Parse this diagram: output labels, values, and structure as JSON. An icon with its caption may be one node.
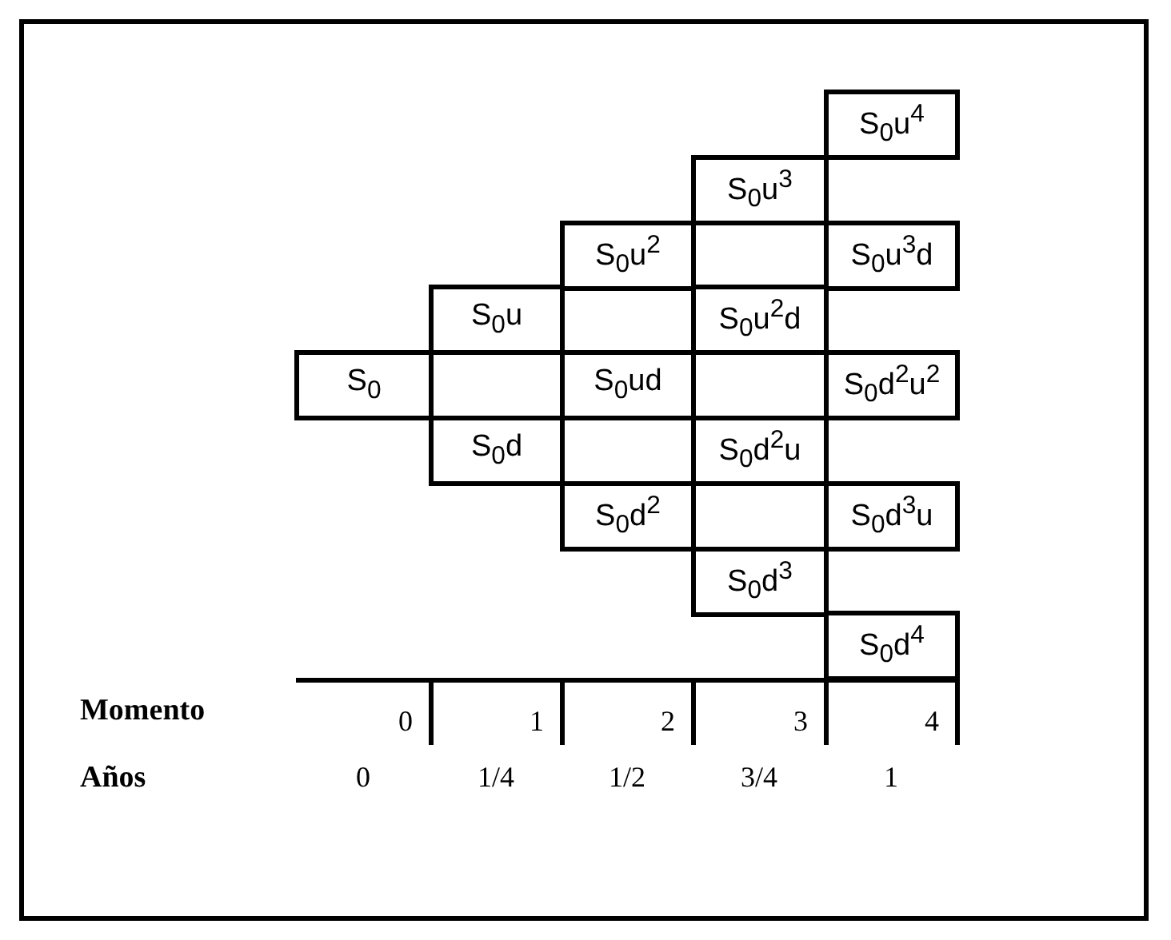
{
  "diagram": {
    "nodes": [
      {
        "text": [
          "S$_{0}$u$^{4}$"
        ]
      },
      {
        "text": [
          "S$_{0}$u$^{3}$"
        ]
      },
      {
        "text": [
          "S$_{0}$u$^{2}$"
        ]
      },
      {
        "text": [
          "S$_{0}$u$^{3}$d"
        ]
      },
      {
        "text": [
          "S$_{0}$u"
        ]
      },
      {
        "text": [
          "S$_{0}$u$^{2}$d"
        ]
      },
      {
        "text": [
          "S$_{0}$"
        ]
      },
      {
        "text": [
          "S$_{0}$ud"
        ]
      },
      {
        "text": [
          "S$_{0}$d$^{2}$u$^{2}$"
        ]
      },
      {
        "text": [
          "S$_{0}$d"
        ]
      },
      {
        "text": [
          "S$_{0}$d$^{2}$u"
        ]
      },
      {
        "text": [
          "S$_{0}$d$^{2}$"
        ]
      },
      {
        "text": [
          "S$_{0}$d$^{3}$u"
        ]
      },
      {
        "text": [
          "S$_{0}$d$^{3}$"
        ]
      },
      {
        "text": [
          "S$_{0}$d$^{4}$"
        ]
      }
    ],
    "labels": [
      "Momento",
      "0",
      "1",
      "2",
      "3",
      "4",
      "Años",
      "0",
      "1/4",
      "1/2",
      "3/4",
      "1"
    ]
  }
}
